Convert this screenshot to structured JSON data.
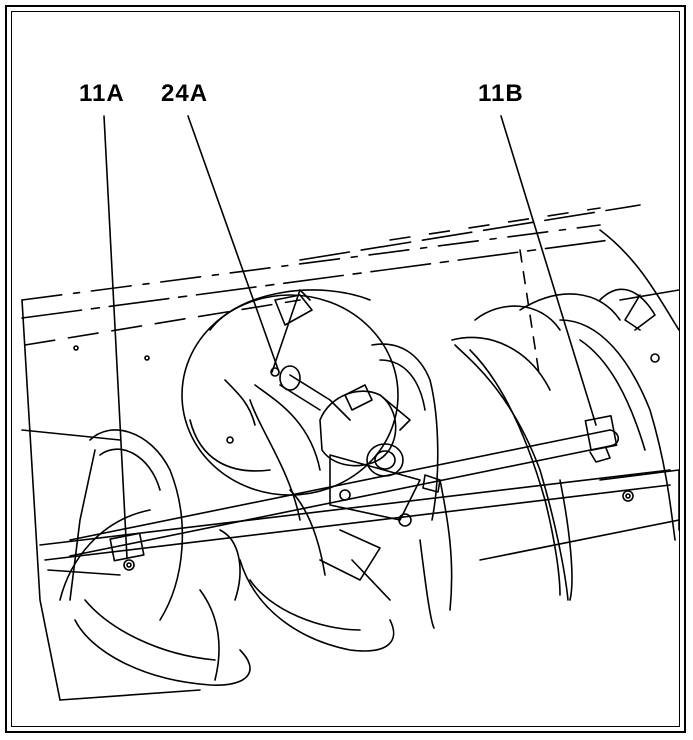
{
  "figure": {
    "labels": {
      "l11a": "11A",
      "l24a": "24A",
      "l11b": "11B"
    }
  },
  "colors": {
    "ink": "#000000",
    "paper": "#ffffff"
  }
}
